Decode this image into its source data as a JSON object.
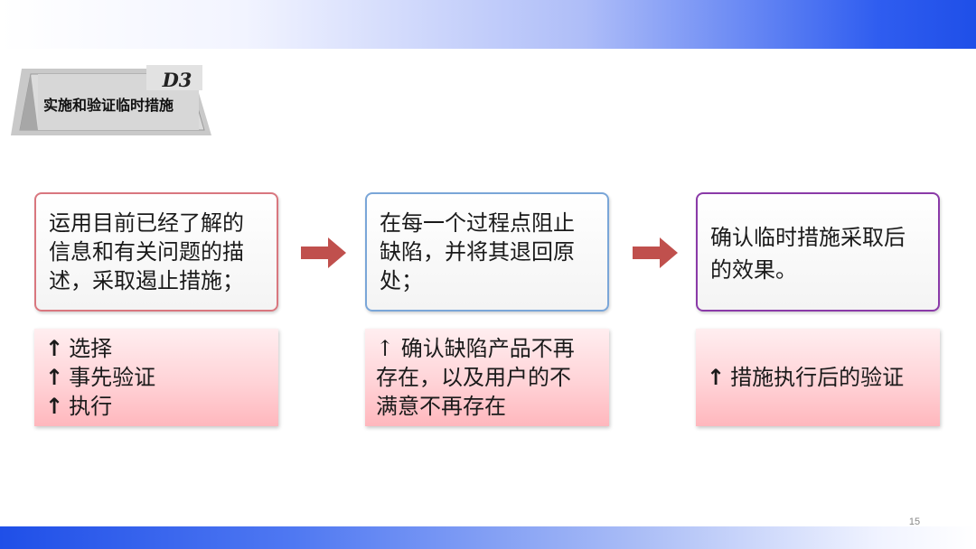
{
  "header": {
    "code": "D3",
    "title": "实施和验证临时措施"
  },
  "steps": [
    {
      "text": "运用目前已经了解的信息和有关问题的描述，采取遏止措施；",
      "lines": [
        "运用目前已经了解的",
        "信息和有关问题的描",
        "述，采取遏止措施；"
      ],
      "border_color": "#d9777f"
    },
    {
      "text": "在每一个过程点阻止缺陷，并将其退回原处；",
      "lines": [
        "在每一个过程点阻止",
        "缺陷，并将其退回原",
        "处；"
      ],
      "border_color": "#7aa6d8"
    },
    {
      "text": "确认临时措施采取后的效果。",
      "lines": [
        "确认临时措施采取后",
        "的效果。"
      ],
      "border_color": "#8a3aa8"
    }
  ],
  "results": [
    {
      "items": [
        "选择",
        "事先验证",
        "执行"
      ]
    },
    {
      "lines": [
        "↑ 确认缺陷产品不再",
        "存在，以及用户的不",
        "满意不再存在"
      ]
    },
    {
      "items": [
        "措施执行后的验证"
      ]
    }
  ],
  "icons": {
    "step_arrow": "right-arrow-icon",
    "bullet": "up-arrow-icon",
    "arrow_color": "#c0504d"
  },
  "page_number": "15"
}
